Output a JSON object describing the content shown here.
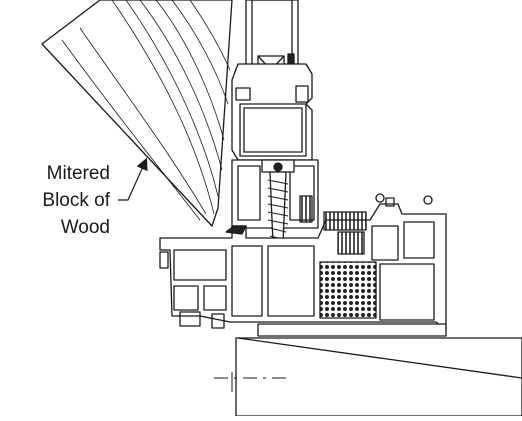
{
  "callout": {
    "line1": "Mitered",
    "line2": "Block of",
    "line3": "Wood"
  },
  "colors": {
    "ink": "#1a1a1a",
    "paper": "#ffffff",
    "gasket": "#222222"
  }
}
